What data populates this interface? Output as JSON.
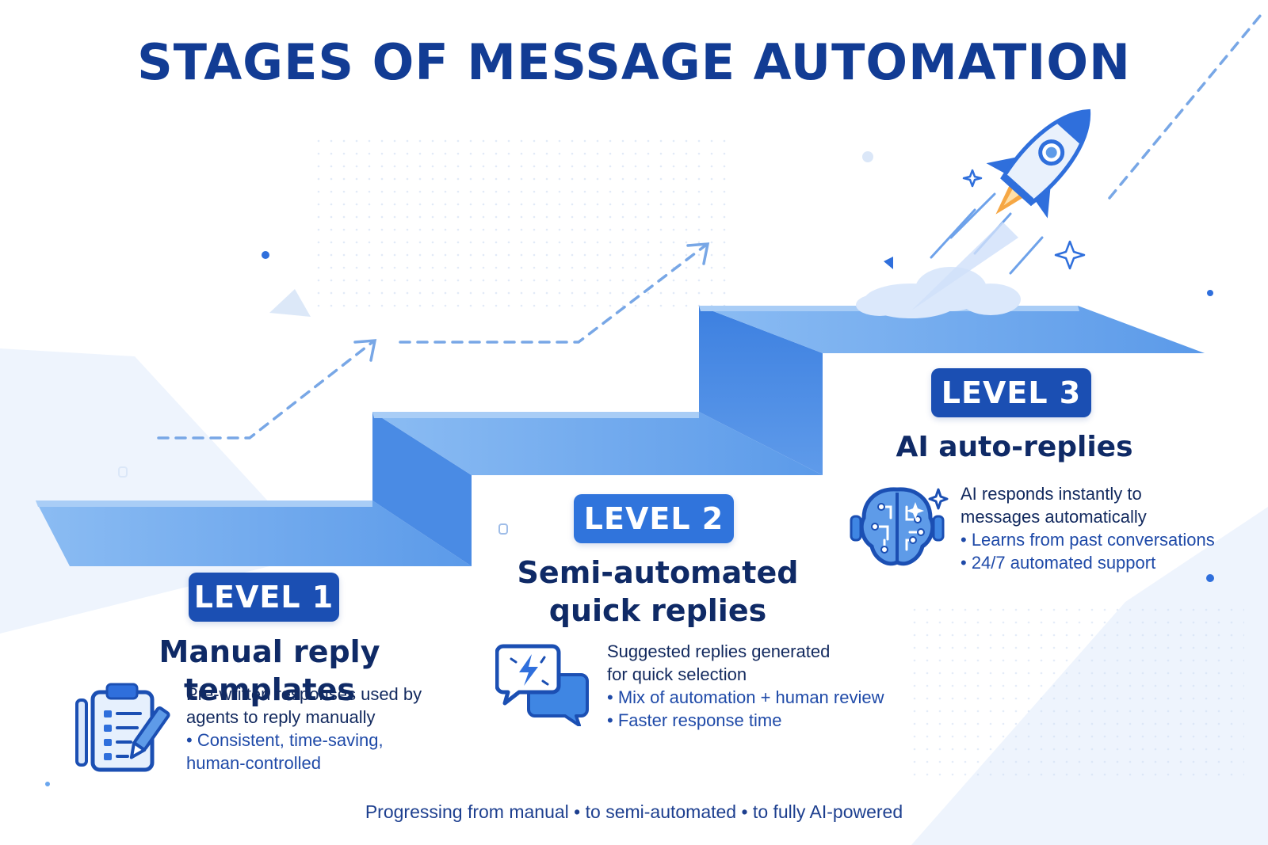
{
  "title": "STAGES OF MESSAGE AUTOMATION",
  "colors": {
    "title": "#123c94",
    "badge_dark": "#1b4fb3",
    "badge_mid": "#2f6fdc",
    "step_top": "#6aa6ee",
    "step_face": "#3f86e3",
    "text": "#0f2a66"
  },
  "levels": [
    {
      "badge": "LEVEL 1",
      "heading": "Manual reply templates",
      "description_lines": [
        "Pre-written responses used by",
        "agents to reply manually"
      ],
      "bullets": [
        "• Consistent, time-saving,",
        "human-controlled"
      ],
      "icon": "clipboard-pencil-icon"
    },
    {
      "badge": "LEVEL 2",
      "heading_lines": [
        "Semi-automated",
        "quick replies"
      ],
      "description_lines": [
        "Suggested replies generated",
        "for quick selection"
      ],
      "bullets": [
        "• Mix of automation + human review",
        "• Faster response time"
      ],
      "icon": "chat-bubbles-lightning-icon"
    },
    {
      "badge": "LEVEL 3",
      "heading": "AI auto-replies",
      "description_lines": [
        "AI responds instantly to",
        "messages automatically"
      ],
      "bullets": [
        "• Learns from past conversations",
        "• 24/7 automated support"
      ],
      "icon": "ai-brain-icon"
    }
  ],
  "decor": {
    "rocket": "rocket-icon",
    "arrows": "dashed-progress-arrow-icon"
  },
  "footer": "Progressing from manual • to semi-automated • to fully AI-powered"
}
